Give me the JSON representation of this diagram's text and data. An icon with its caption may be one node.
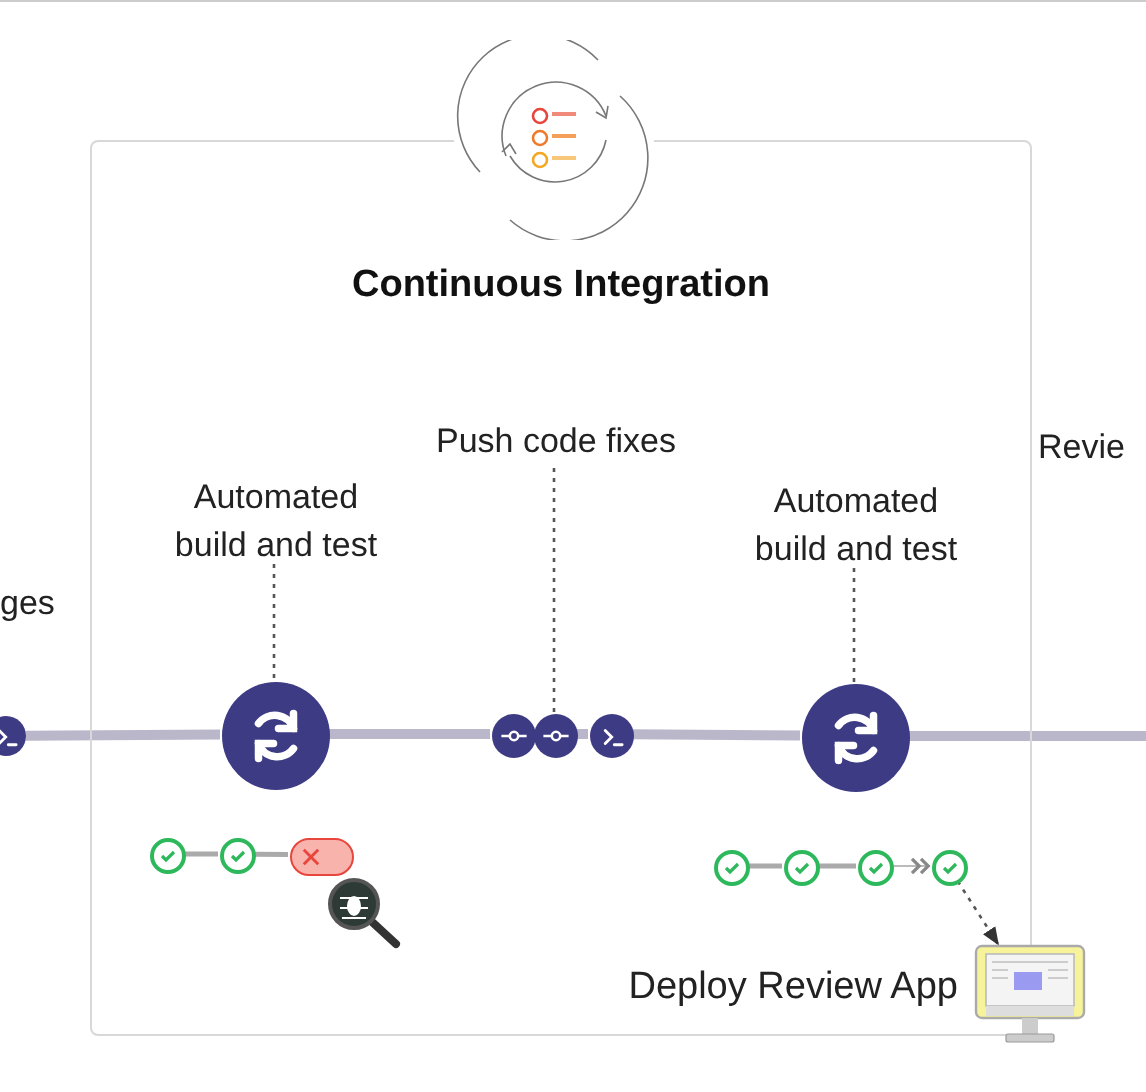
{
  "diagram": {
    "nodes": [
      {
        "text": [
          "Continuous Integration"
        ]
      },
      {
        "text": [
          "Automated build and test"
        ],
        "in": 0
      },
      {
        "text": [],
        "shape": "circle",
        "in": 0
      },
      {
        "text": [
          "Push code fixes"
        ],
        "in": 0
      },
      {
        "text": [],
        "shape": "circle",
        "in": 0
      },
      {
        "text": [],
        "shape": "circle",
        "in": 0
      },
      {
        "text": [],
        "shape": "circle",
        "in": 0
      },
      {
        "text": [
          "Automated build and test"
        ],
        "in": 0
      },
      {
        "text": [],
        "shape": "circle",
        "in": 0
      },
      {
        "text": [],
        "shape": "circle"
      },
      {
        "text": [],
        "shape": "circle",
        "in": 0
      },
      {
        "text": [],
        "shape": "monitor",
        "beside": [
          "Deploy Review App"
        ]
      },
      {
        "text": [],
        "shape": "circle",
        "in": 0
      },
      {
        "text": [],
        "shape": "circle",
        "in": 0
      },
      {
        "text": [],
        "shape": "box",
        "in": 0
      },
      {
        "text": [],
        "shape": "circle",
        "in": 0
      },
      {
        "text": [],
        "shape": "circle",
        "in": 0
      },
      {
        "text": [],
        "shape": "circle",
        "in": 0
      }
    ],
    "edges": [
      {
        "from": 1,
        "to": 2,
        "arrow": "none",
        "style": "dashed",
        "color": "#555555"
      },
      {
        "from": 3,
        "to": 5,
        "arrow": "none",
        "style": "dashed",
        "color": "#555555"
      },
      {
        "from": 7,
        "to": 8,
        "arrow": "none",
        "style": "dashed",
        "color": "#555555"
      },
      {
        "from": 9,
        "to": 2,
        "arrow": "none",
        "style": "thick"
      },
      {
        "from": 2,
        "to": 4,
        "arrow": "none",
        "style": "thick"
      },
      {
        "from": 5,
        "to": 6,
        "arrow": "none",
        "style": "thick"
      },
      {
        "from": 6,
        "to": 8,
        "arrow": "none",
        "style": "thick"
      },
      {
        "from": 8,
        "to": null,
        "arrow": "none",
        "style": "thick"
      },
      {
        "from": 10,
        "to": 11,
        "arrow": "to",
        "style": "dashed",
        "color": "#555555"
      },
      {
        "from": 12,
        "to": 13,
        "arrow": "none",
        "color": "#aaaaaa"
      },
      {
        "from": 13,
        "to": 14,
        "arrow": "none",
        "color": "#aaaaaa"
      },
      {
        "from": 15,
        "to": 16,
        "arrow": "none",
        "color": "#aaaaaa"
      },
      {
        "from": 16,
        "to": 17,
        "arrow": "none",
        "color": "#aaaaaa"
      },
      {
        "from": 17,
        "to": 10,
        "arrow": "to",
        "color": "#bbbbbb"
      }
    ],
    "labels": [
      "ges",
      "Revie"
    ]
  }
}
